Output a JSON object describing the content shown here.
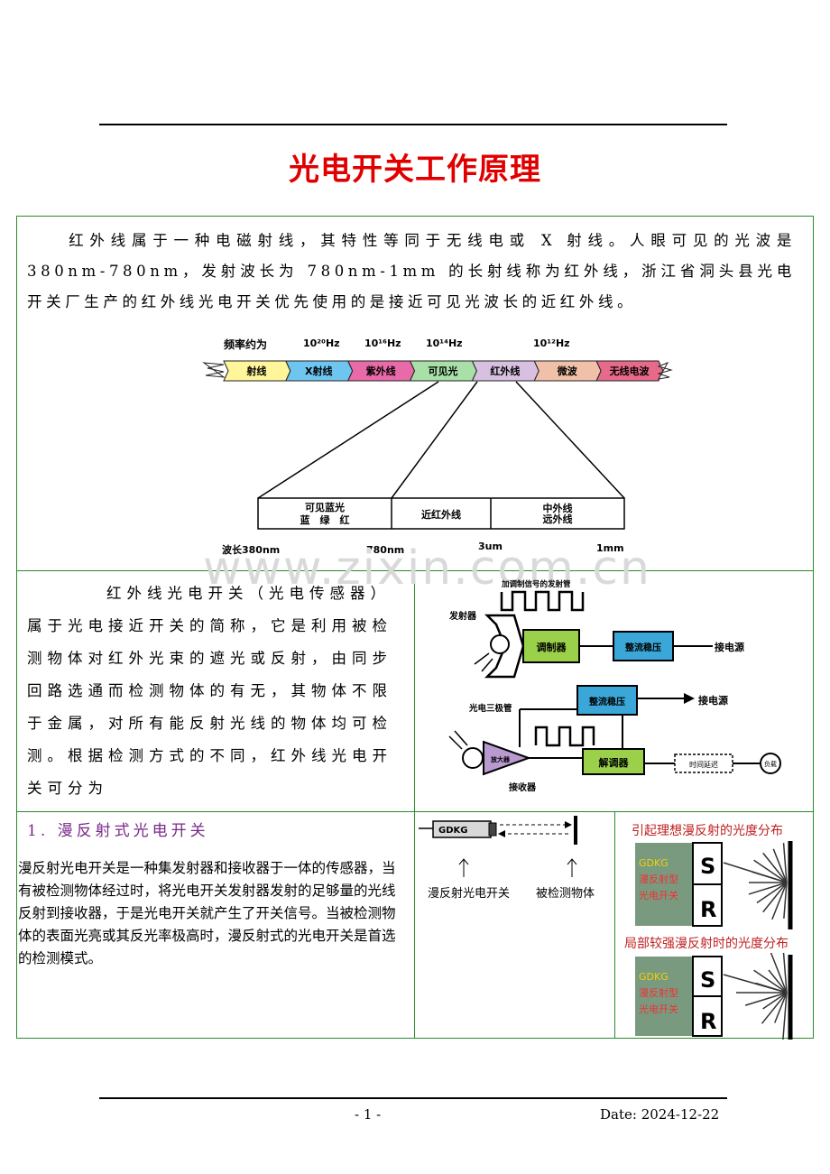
{
  "doc": {
    "title": "光电开关工作原理",
    "intro": "红外线属于一种电磁射线，其特性等同于无线电或 X 射线。人眼可见的光波是 380nm-780nm，发射波长为 780nm-1mm 的长射线称为红外线，浙江省洞头县光电开关厂生产的红外线光电开关优先使用的是接近可见光波长的近红外线。",
    "para2": "红外线光电开关（光电传感器）属于光电接近开关的简称，它是利用被检测物体对红外光束的遮光或反射，由同步回路选通而检测物体的有无，其物体不限于金属，对所有能反射光线的物体均可检测。根据检测方式的不同，红外线光电开关可分为",
    "section1_title": "1. 漫反射式光电开关",
    "section1_text": "漫反射光电开关是一种集发射器和接收器于一体的传感器，当有被检测物体经过时，将光电开关发射器发射的足够量的光线反射到接收器，于是光电开关就产生了开关信号。当被检测物体的表面光亮或其反光率极高时，漫反射式的光电开关是首选的检测模式。",
    "watermark": "www.zixin.com.cn",
    "footer": {
      "page": "- 1 -",
      "date": "Date: 2024-12-22"
    }
  },
  "spectrum": {
    "freq_label": "频率约为",
    "freqs": [
      "10²⁰Hz",
      "10¹⁶Hz",
      "10¹⁴Hz",
      "10¹²Hz"
    ],
    "bands": [
      {
        "label": "射线",
        "color": "#fff59a"
      },
      {
        "label": "X射线",
        "color": "#6ec6f0"
      },
      {
        "label": "紫外线",
        "color": "#e86aa8"
      },
      {
        "label": "可见光",
        "color": "#a8e0a8"
      },
      {
        "label": "红外线",
        "color": "#d8c0e0"
      },
      {
        "label": "微波",
        "color": "#f0c0a8"
      },
      {
        "label": "无线电波",
        "color": "#e86a8a"
      }
    ],
    "sub_bands": [
      "可见蓝光",
      "蓝　绿　红",
      "近红外线",
      "中外线",
      "远外线"
    ],
    "wavelengths": [
      "波长380nm",
      "780nm",
      "3um",
      "1mm"
    ]
  },
  "block": {
    "carrier": "加调制信号的发射管",
    "emitter": "发射器",
    "modulator": "调制器",
    "rectifier": "整流稳压",
    "power": "接电源",
    "phototransistor": "光电三极管",
    "amplifier": "放大器",
    "demodulator": "解调器",
    "delay": "时间延迟",
    "load": "负载",
    "receiver": "接收器"
  },
  "diffuse": {
    "device_label": "GDKG",
    "switch_label": "漫反射光电开关",
    "object_label": "被检测物体",
    "cap1": "引起理想漫反射的光度分布",
    "cap2": "局部较强漫反射时的光度分布",
    "box_l1": "GDKG",
    "box_l2": "漫反射型",
    "box_l3": "光电开关",
    "s": "S",
    "r": "R"
  }
}
